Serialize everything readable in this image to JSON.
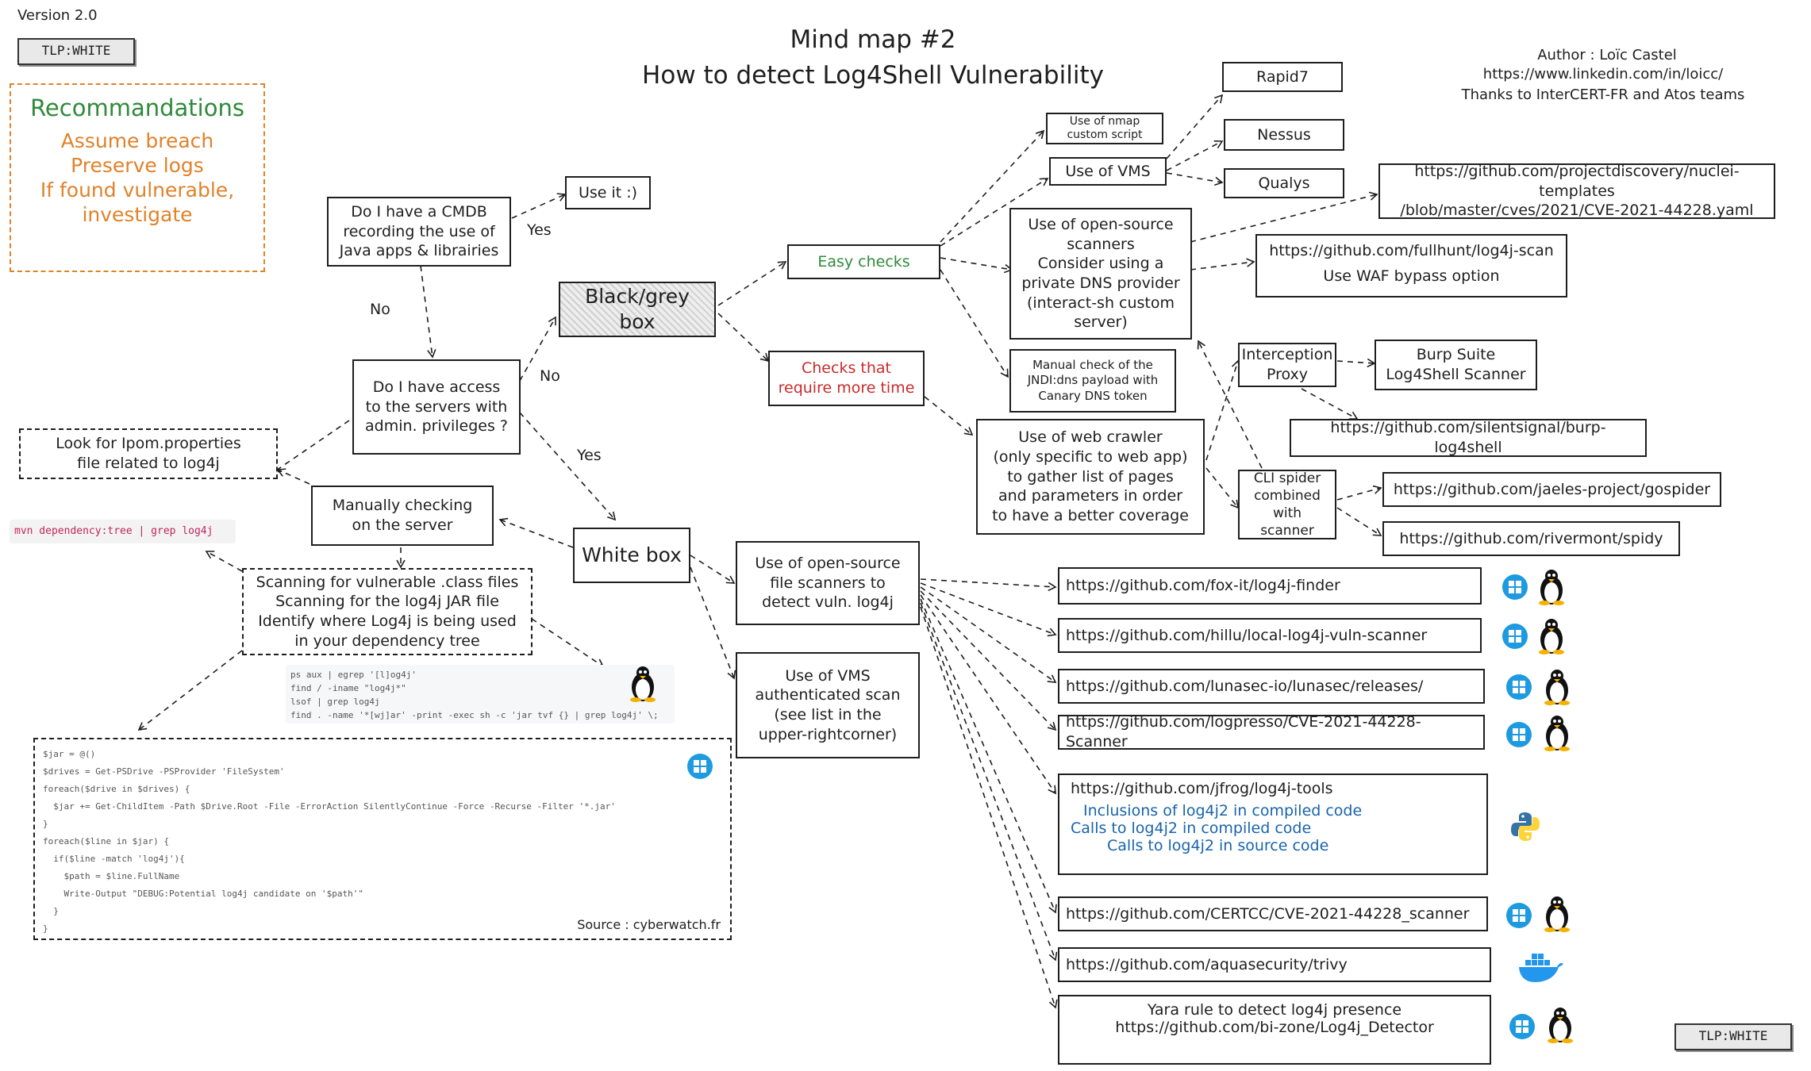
{
  "header": {
    "version": "Version 2.0",
    "tlp_top": "TLP:WHITE",
    "tlp_bottom": "TLP:WHITE",
    "title_line1": "Mind map #2",
    "title_line2": "How to detect Log4Shell Vulnerability",
    "author": "Author : Loïc Castel",
    "linkedin": "https://www.linkedin.com/in/loicc/",
    "thanks": "Thanks to InterCERT-FR and Atos teams"
  },
  "recommendations": {
    "title": "Recommandations",
    "items": [
      "Assume breach",
      "Preserve logs",
      "If found vulnerable,",
      "investigate"
    ]
  },
  "colors": {
    "green": "#2f8a3a",
    "orange": "#e0822a",
    "red": "#c92a2a",
    "blue": "#1864ab",
    "windows": "#1e9ae0"
  },
  "nodes": {
    "cmdb": "Do I have a CMDB\nrecording the use of\nJava apps & librairies",
    "use_it": "Use it :)",
    "yes1": "Yes",
    "no1": "No",
    "no2": "No",
    "yes2": "Yes",
    "access": "Do I have access\nto the servers with\nadmin. privileges ?",
    "black_box": "Black/grey\nbox",
    "white_box": "White box",
    "easy_checks": "Easy checks",
    "more_time": "Checks that\nrequire more time",
    "nmap": "Use of nmap\ncustom script",
    "vms": "Use of VMS",
    "rapid7": "Rapid7",
    "nessus": "Nessus",
    "qualys": "Qualys",
    "nuclei": "https://github.com/projectdiscovery/nuclei-templates\n/blob/master/cves/2021/CVE-2021-44228.yaml",
    "oss_scanners": "Use of open-source\nscanners\nConsider using a\nprivate DNS provider\n(interact-sh custom\nserver)",
    "fullhunt_url": "https://github.com/fullhunt/log4j-scan",
    "fullhunt_note": "Use WAF bypass option",
    "manual_jndi": "Manual check of the\nJNDI:dns payload with\nCanary DNS token",
    "interception": "Interception\nProxy",
    "burp": "Burp Suite\nLog4Shell Scanner",
    "burp_url": "https://github.com/silentsignal/burp-log4shell",
    "web_crawler": "Use of web crawler\n(only specific to web app)\nto gather list of pages\nand parameters in order\nto have a better coverage",
    "cli_spider": "CLI spider\ncombined\nwith scanner",
    "gospider": "https://github.com/jaeles-project/gospider",
    "spidy": "https://github.com/rivermont/spidy",
    "pom": "Look for Ipom.properties\nfile related to log4j",
    "manual_server": "Manually checking\non the server",
    "mvn": "mvn dependency:tree | grep log4j",
    "scanning": "Scanning for vulnerable .class files\nScanning for the log4j JAR file\nIdentify where Log4j is being used\nin your dependency tree",
    "oss_file_scanners": "Use of open-source\nfile scanners to\ndetect vuln. log4j",
    "vms_auth": "Use of VMS\nauthenticated scan\n(see list in the\nupper-rightcorner)"
  },
  "linux_commands": [
    "ps aux | egrep '[l]og4j'",
    "find / -iname \"log4j*\"",
    "lsof | grep log4j",
    "find . -name '*[wj]ar' -print -exec sh -c 'jar tvf {} | grep log4j' \\;"
  ],
  "powershell_lines": [
    "$jar = @()",
    "$drives = Get-PSDrive -PSProvider 'FileSystem'",
    "foreach($drive in $drives) {",
    "  $jar += Get-ChildItem -Path $Drive.Root -File -ErrorAction SilentlyContinue -Force -Recurse -Filter '*.jar'",
    "}",
    "foreach($line in $jar) {",
    "  if($line -match 'log4j'){",
    "    $path = $line.FullName",
    "    Write-Output \"DEBUG:Potential log4j candidate on '$path'\"",
    "  }",
    "}"
  ],
  "powershell_source": "Source : cyberwatch.fr",
  "file_tools": [
    {
      "url": "https://github.com/fox-it/log4j-finder",
      "icons": [
        "windows-icon",
        "linux-icon"
      ]
    },
    {
      "url": "https://github.com/hillu/local-log4j-vuln-scanner",
      "icons": [
        "windows-icon",
        "linux-icon"
      ]
    },
    {
      "url": "https://github.com/lunasec-io/lunasec/releases/",
      "icons": [
        "windows-icon",
        "linux-icon"
      ]
    },
    {
      "url": "https://github.com/logpresso/CVE-2021-44228-Scanner",
      "icons": [
        "windows-icon",
        "linux-icon"
      ]
    },
    {
      "url": "https://github.com/jfrog/log4j-tools",
      "notes": [
        "Inclusions of log4j2 in compiled code",
        "Calls to log4j2 in compiled code",
        "Calls to log4j2 in source code"
      ],
      "icons": [
        "python-icon"
      ]
    },
    {
      "url": "https://github.com/CERTCC/CVE-2021-44228_scanner",
      "icons": [
        "windows-icon",
        "linux-icon"
      ]
    },
    {
      "url": "https://github.com/aquasecurity/trivy",
      "icons": [
        "docker-icon"
      ]
    },
    {
      "url": "https://github.com/bi-zone/Log4j_Detector",
      "prefix": "Yara rule to detect log4j presence",
      "icons": [
        "windows-icon",
        "linux-icon"
      ]
    }
  ]
}
